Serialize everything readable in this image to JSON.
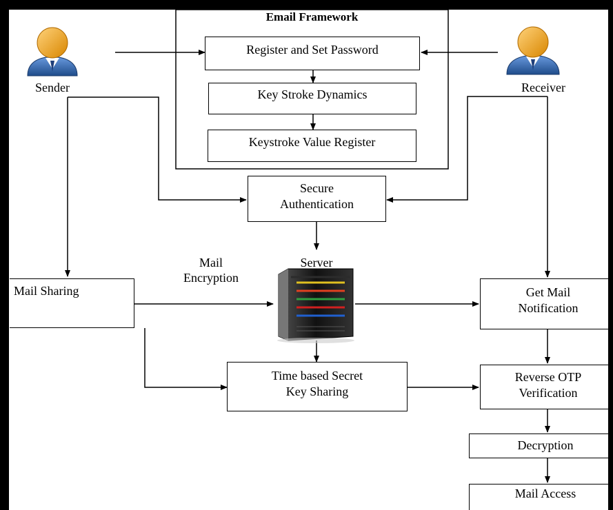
{
  "title": "Email Framework",
  "actors": {
    "sender": "Sender",
    "receiver": "Receiver",
    "server": "Server"
  },
  "framework_steps": {
    "register": "Register and Set Password",
    "keystroke_dynamics": "Key Stroke Dynamics",
    "keystroke_register": "Keystroke Value Register"
  },
  "nodes": {
    "secure_auth_line1": "Secure",
    "secure_auth_line2": "Authentication",
    "mail_sharing": "Mail Sharing",
    "mail_encryption_line1": "Mail",
    "mail_encryption_line2": "Encryption",
    "get_mail_line1": "Get Mail",
    "get_mail_line2": "Notification",
    "time_key_line1": "Time based Secret",
    "time_key_line2": "Key Sharing",
    "reverse_otp_line1": "Reverse OTP",
    "reverse_otp_line2": "Verification",
    "decryption": "Decryption",
    "mail_access": "Mail Access"
  },
  "colors": {
    "frame": "#000000",
    "person_head": "#f0a020",
    "person_body": "#3a6db0",
    "server_body": "#1a1a1a"
  }
}
